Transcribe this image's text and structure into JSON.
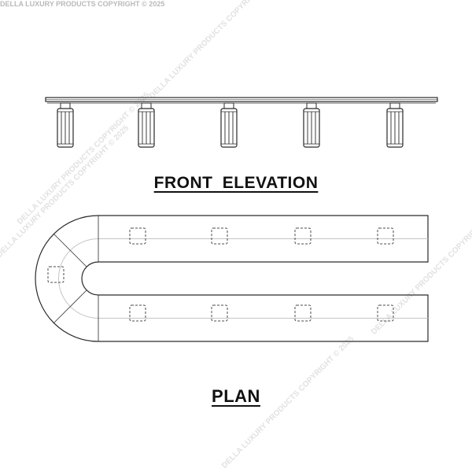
{
  "labels": {
    "front_elevation": "FRONT  ELEVATION",
    "plan": "PLAN"
  },
  "watermark": {
    "text": "DELLA LUXURY PRODUCTS COPYRIGHT © 2025"
  },
  "colors": {
    "line": "#2a2a2a",
    "hidden_line": "#4a4a4a",
    "center_line": "#bdbdbd",
    "watermark": "#b9b9b9"
  }
}
